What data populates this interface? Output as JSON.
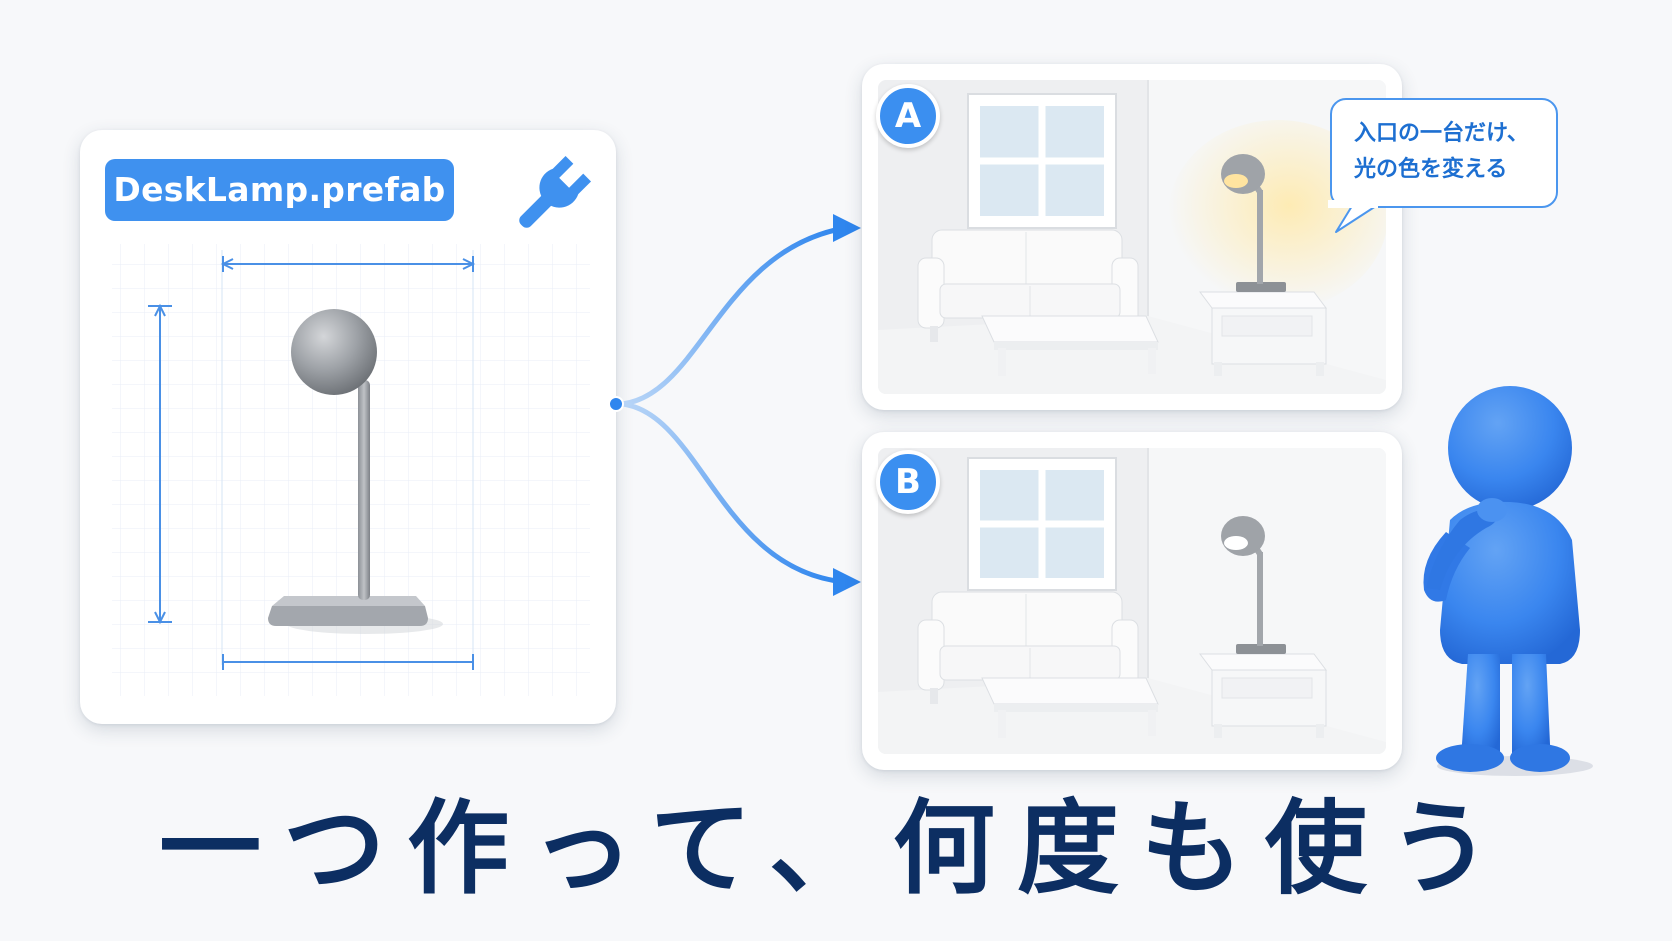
{
  "prefab": {
    "file_name": "DeskLamp.prefab",
    "icon": "wrench-icon"
  },
  "scenes": [
    {
      "badge": "A",
      "lamp_light": "warm",
      "light_color": "#ffe9a8"
    },
    {
      "badge": "B",
      "lamp_light": "neutral",
      "light_color": "#ffffff"
    }
  ],
  "callout": {
    "lines": [
      "入口の一台だけ、",
      "光の色を変える"
    ]
  },
  "headline": "一つ作って、何度も使う",
  "colors": {
    "accent": "#3f91ef",
    "headline": "#0c2e62",
    "figure": "#3a86ef"
  }
}
